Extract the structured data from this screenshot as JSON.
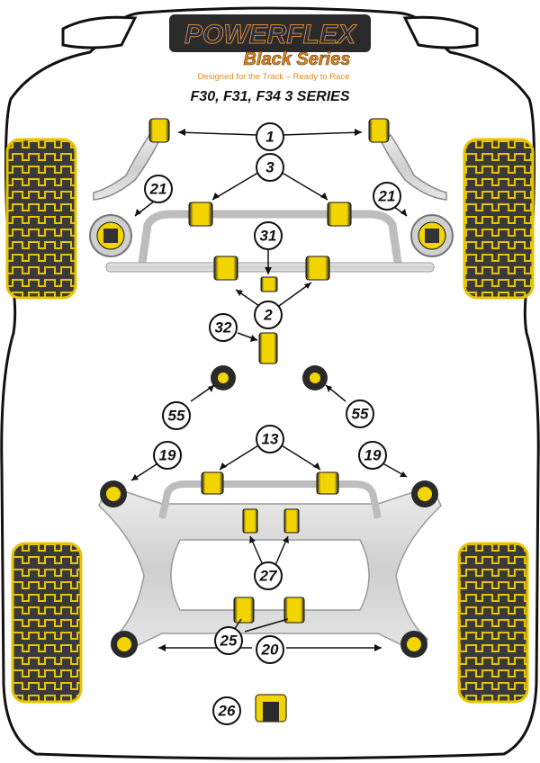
{
  "brand": {
    "name": "POWERFLEX",
    "series": "Black Series",
    "tagline": "Designed for the Track – Ready to Race"
  },
  "model": "F30, F31, F34 3 SERIES",
  "callouts": [
    {
      "id": "c1",
      "label": "1"
    },
    {
      "id": "c3",
      "label": "3"
    },
    {
      "id": "c21a",
      "label": "21"
    },
    {
      "id": "c21b",
      "label": "21"
    },
    {
      "id": "c31",
      "label": "31"
    },
    {
      "id": "c2",
      "label": "2"
    },
    {
      "id": "c32",
      "label": "32"
    },
    {
      "id": "c55a",
      "label": "55"
    },
    {
      "id": "c55b",
      "label": "55"
    },
    {
      "id": "c19a",
      "label": "19"
    },
    {
      "id": "c19b",
      "label": "19"
    },
    {
      "id": "c13",
      "label": "13"
    },
    {
      "id": "c27",
      "label": "27"
    },
    {
      "id": "c25",
      "label": "25"
    },
    {
      "id": "c20",
      "label": "20"
    },
    {
      "id": "c26",
      "label": "26"
    }
  ],
  "colors": {
    "bush": "#f2d400",
    "bushDark": "#1a1a1a",
    "metal": "#d9d9d9",
    "metalEdge": "#9a9a9a",
    "outline": "#111111",
    "brandOrange": "#e08a1e",
    "tyreYellow": "#e7c400"
  }
}
